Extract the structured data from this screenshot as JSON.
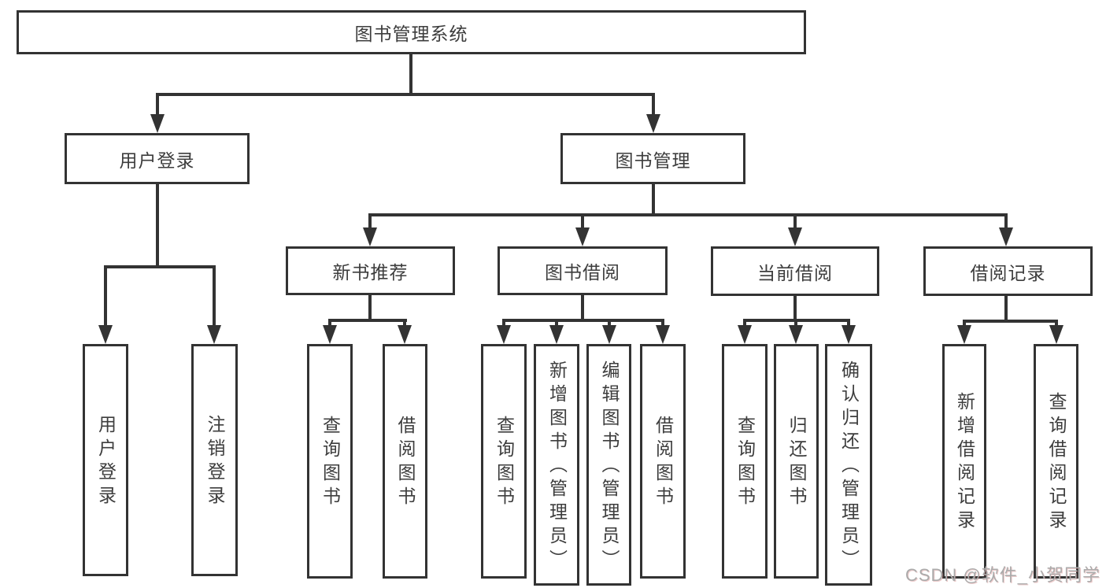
{
  "diagram_title": "图书管理系统",
  "tree": {
    "label": "图书管理系统",
    "children": [
      {
        "label": "用户登录",
        "children": [
          {
            "label": "用户登录"
          },
          {
            "label": "注销登录"
          }
        ]
      },
      {
        "label": "图书管理",
        "children": [
          {
            "label": "新书推荐",
            "children": [
              {
                "label": "查询图书"
              },
              {
                "label": "借阅图书"
              }
            ]
          },
          {
            "label": "图书借阅",
            "children": [
              {
                "label": "查询图书"
              },
              {
                "label": "新增图书（管理员）"
              },
              {
                "label": "编辑图书（管理员）"
              },
              {
                "label": "借阅图书"
              }
            ]
          },
          {
            "label": "当前借阅",
            "children": [
              {
                "label": "查询图书"
              },
              {
                "label": "归还图书"
              },
              {
                "label": "确认归还（管理员）"
              }
            ]
          },
          {
            "label": "借阅记录",
            "children": [
              {
                "label": "新增借阅记录"
              },
              {
                "label": "查询借阅记录"
              }
            ]
          }
        ]
      }
    ]
  },
  "watermark": {
    "text": "CSDN @软件_小贺同学"
  },
  "colors": {
    "line": "#333333",
    "box_border": "#333333",
    "text": "#3d3d3d",
    "background": "#ffffff",
    "watermark": "#ababab"
  }
}
